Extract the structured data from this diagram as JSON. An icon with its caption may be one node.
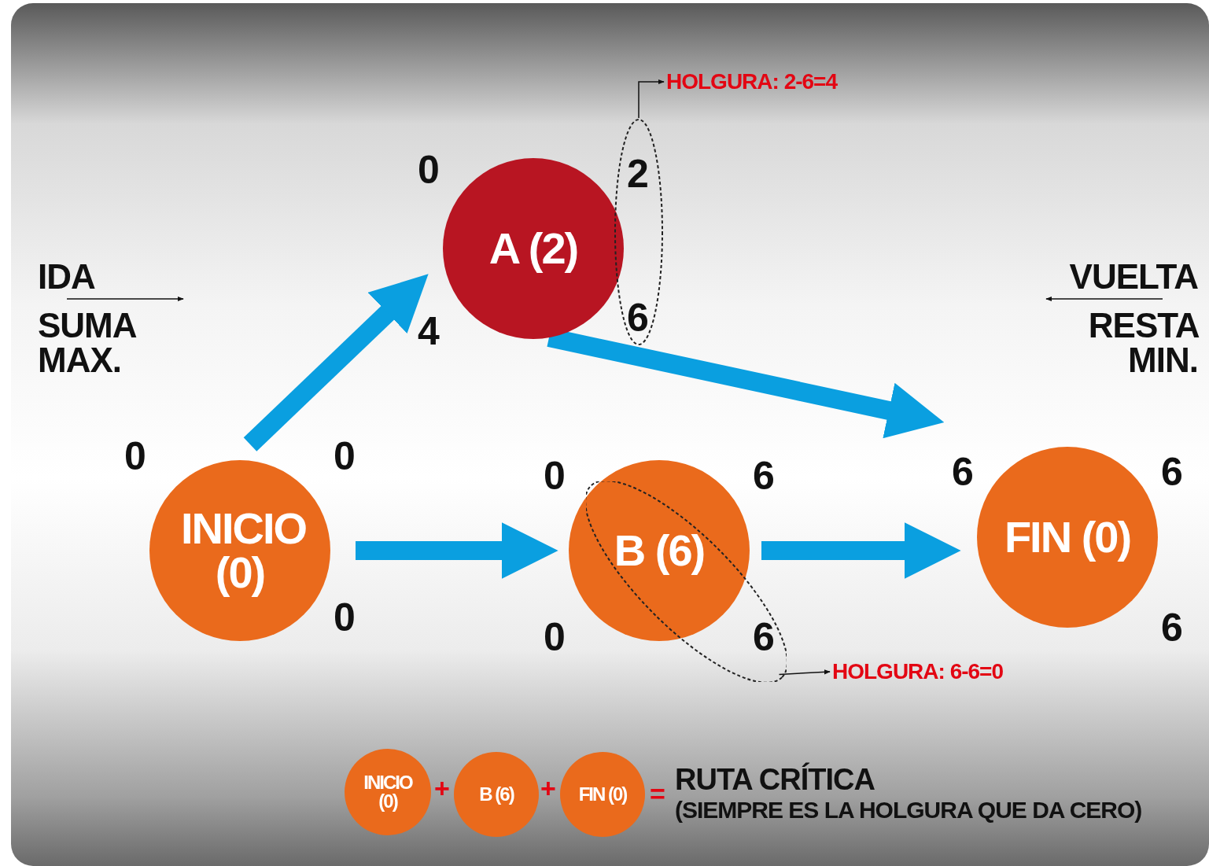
{
  "diagram": {
    "nodes": [
      {
        "text": [
          "INICIO (0)"
        ],
        "beside": [
          "0",
          "0",
          "0"
        ]
      },
      {
        "text": [
          "A (2)"
        ],
        "beside": [
          "0",
          "2",
          "4",
          "6"
        ]
      },
      {
        "text": [
          "B (6)"
        ],
        "beside": [
          "0",
          "6",
          "0",
          "6"
        ]
      },
      {
        "text": [
          "FIN (0)"
        ],
        "beside": [
          "6",
          "6",
          "6"
        ]
      },
      {
        "text": [],
        "shape": "ellipse"
      },
      {
        "text": [
          "HOLGURA: 2-6=4"
        ]
      },
      {
        "text": [],
        "shape": "ellipse"
      },
      {
        "text": [
          "HOLGURA: 6-6=0"
        ]
      },
      {
        "text": [
          "INICIO (0)"
        ]
      },
      {
        "text": [
          "B (6)"
        ]
      },
      {
        "text": [
          "FIN (0)"
        ]
      }
    ],
    "edges": [
      {
        "from": 0,
        "to": 1,
        "arrow": "to"
      },
      {
        "from": 1,
        "to": 3,
        "arrow": "to"
      },
      {
        "from": 0,
        "to": 2,
        "arrow": "to"
      },
      {
        "from": 2,
        "to": 3,
        "arrow": "to"
      },
      {
        "from": 4,
        "to": 5,
        "arrow": "to",
        "color": "#111111"
      },
      {
        "from": 6,
        "to": 7,
        "arrow": "to",
        "color": "#111111"
      }
    ],
    "labels": [
      "IDA",
      "VUELTA",
      "SUMA MAX.",
      "RESTA MIN.",
      "+",
      "+",
      "=",
      "RUTA CRÍTICA",
      "(SIEMPRE ES LA HOLGURA QUE DA CERO)"
    ]
  }
}
